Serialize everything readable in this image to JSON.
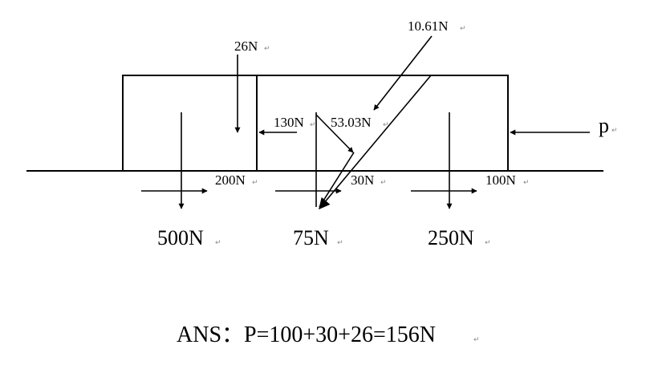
{
  "labels": {
    "f_10_61": "10.61N",
    "f_26": "26N",
    "f_130": "130N",
    "f_53_03": "53.03N",
    "p": "p",
    "f_200": "200N",
    "f_30": "30N",
    "f_100": "100N",
    "w_500": "500N",
    "w_75": "75N",
    "w_250": "250N",
    "answer": "ANS：P=100+30+26=156N"
  },
  "marks": {
    "return_symbol": "↵"
  }
}
